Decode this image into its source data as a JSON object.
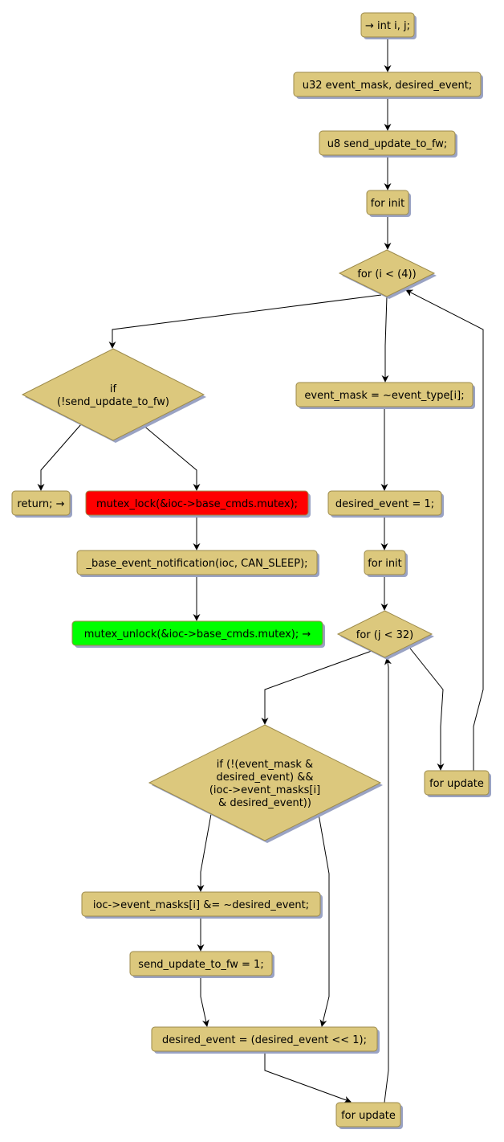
{
  "diagram": {
    "type": "flowchart",
    "colors": {
      "default_fill": "#dcc87d",
      "default_border": "#9c8a4a",
      "shadow": "#9aa3c4",
      "lock_fill": "#ff0000",
      "unlock_fill": "#00ff00",
      "edge": "#000000"
    },
    "nodes": [
      {
        "id": "n_decl_ij",
        "kind": "action",
        "lines": [
          "→ int i, j;"
        ]
      },
      {
        "id": "n_decl_mask",
        "kind": "action",
        "lines": [
          "u32 event_mask, desired_event;"
        ]
      },
      {
        "id": "n_decl_send",
        "kind": "action",
        "lines": [
          "u8 send_update_to_fw;"
        ]
      },
      {
        "id": "n_for_init_i",
        "kind": "action",
        "lines": [
          "for init"
        ]
      },
      {
        "id": "n_for_i",
        "kind": "decision",
        "lines": [
          "for (i < (4))"
        ]
      },
      {
        "id": "n_if_send",
        "kind": "decision",
        "lines": [
          "if",
          "(!send_update_to_fw)"
        ]
      },
      {
        "id": "n_event_mask",
        "kind": "action",
        "lines": [
          "event_mask = ~event_type[i];"
        ]
      },
      {
        "id": "n_return",
        "kind": "action",
        "lines": [
          "return; →"
        ]
      },
      {
        "id": "n_mutex_lock",
        "kind": "action",
        "style": "lock",
        "lines": [
          "mutex_lock(&ioc->base_cmds.mutex);"
        ]
      },
      {
        "id": "n_desired_1",
        "kind": "action",
        "lines": [
          "desired_event = 1;"
        ]
      },
      {
        "id": "n_base_notify",
        "kind": "action",
        "lines": [
          "_base_event_notification(ioc, CAN_SLEEP);"
        ]
      },
      {
        "id": "n_for_init_j",
        "kind": "action",
        "lines": [
          "for init"
        ]
      },
      {
        "id": "n_mutex_unlock",
        "kind": "action",
        "style": "unlock",
        "lines": [
          "mutex_unlock(&ioc->base_cmds.mutex); →"
        ]
      },
      {
        "id": "n_for_j",
        "kind": "decision",
        "lines": [
          "for (j < 32)"
        ]
      },
      {
        "id": "n_if_mask",
        "kind": "decision",
        "lines": [
          "if (!(event_mask &",
          "desired_event) &&",
          "(ioc->event_masks[i]",
          "& desired_event))"
        ]
      },
      {
        "id": "n_for_update_i",
        "kind": "action",
        "lines": [
          "for update"
        ]
      },
      {
        "id": "n_masks_clear",
        "kind": "action",
        "lines": [
          "ioc->event_masks[i] &= ~desired_event;"
        ]
      },
      {
        "id": "n_send_1",
        "kind": "action",
        "lines": [
          "send_update_to_fw = 1;"
        ]
      },
      {
        "id": "n_shift",
        "kind": "action",
        "lines": [
          "desired_event = (desired_event << 1);"
        ]
      },
      {
        "id": "n_for_update_j",
        "kind": "action",
        "lines": [
          "for update"
        ]
      }
    ],
    "edges": [
      {
        "from": "n_decl_ij",
        "to": "n_decl_mask"
      },
      {
        "from": "n_decl_mask",
        "to": "n_decl_send"
      },
      {
        "from": "n_decl_send",
        "to": "n_for_init_i"
      },
      {
        "from": "n_for_init_i",
        "to": "n_for_i"
      },
      {
        "from": "n_for_i",
        "to": "n_if_send"
      },
      {
        "from": "n_for_i",
        "to": "n_event_mask"
      },
      {
        "from": "n_if_send",
        "to": "n_return"
      },
      {
        "from": "n_if_send",
        "to": "n_mutex_lock"
      },
      {
        "from": "n_mutex_lock",
        "to": "n_base_notify"
      },
      {
        "from": "n_base_notify",
        "to": "n_mutex_unlock"
      },
      {
        "from": "n_event_mask",
        "to": "n_desired_1"
      },
      {
        "from": "n_desired_1",
        "to": "n_for_init_j"
      },
      {
        "from": "n_for_init_j",
        "to": "n_for_j"
      },
      {
        "from": "n_for_j",
        "to": "n_if_mask"
      },
      {
        "from": "n_for_j",
        "to": "n_for_update_i"
      },
      {
        "from": "n_for_update_i",
        "to": "n_for_i"
      },
      {
        "from": "n_if_mask",
        "to": "n_masks_clear"
      },
      {
        "from": "n_if_mask",
        "to": "n_shift"
      },
      {
        "from": "n_masks_clear",
        "to": "n_send_1"
      },
      {
        "from": "n_send_1",
        "to": "n_shift"
      },
      {
        "from": "n_shift",
        "to": "n_for_update_j"
      },
      {
        "from": "n_for_update_j",
        "to": "n_for_j"
      }
    ]
  }
}
